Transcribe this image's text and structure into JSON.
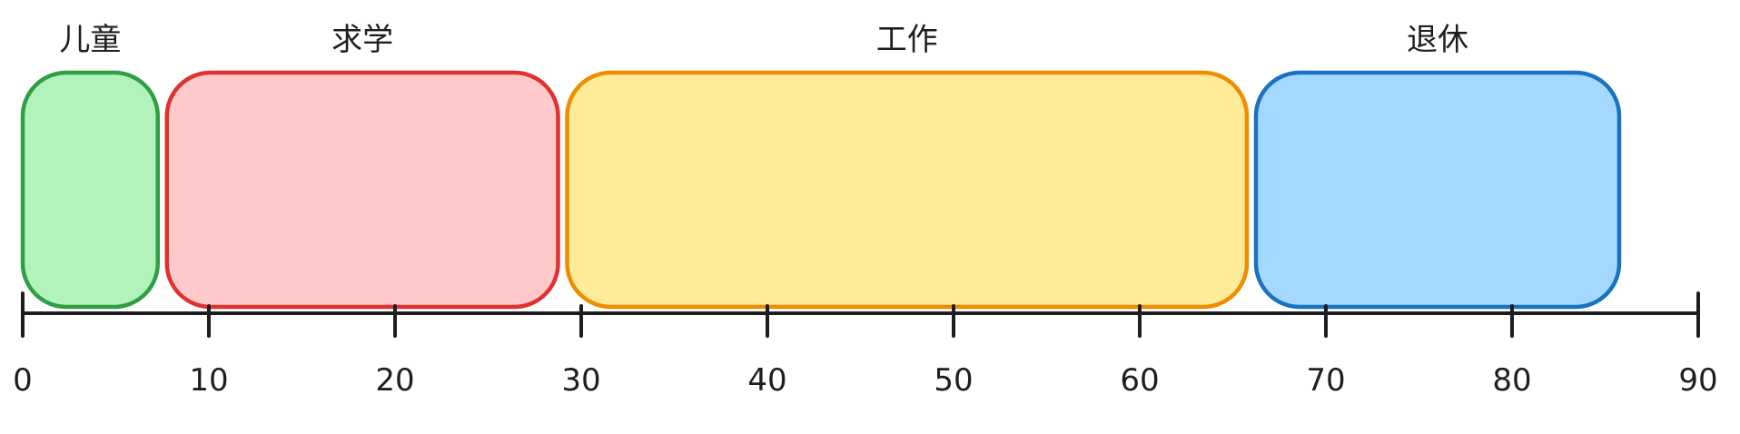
{
  "diagram": {
    "segments": [
      {
        "label": "儿童",
        "start": 0,
        "end": 7.5,
        "fill": "#b2f2bb",
        "stroke": "#2f9e44"
      },
      {
        "label": "求学",
        "start": 7.5,
        "end": 29,
        "fill": "#ffc9c9",
        "stroke": "#e03131"
      },
      {
        "label": "工作",
        "start": 29,
        "end": 66,
        "fill": "#ffec99",
        "stroke": "#f08c00"
      },
      {
        "label": "退休",
        "start": 66,
        "end": 86,
        "fill": "#a5d8ff",
        "stroke": "#1971c2"
      }
    ],
    "axis": {
      "min": 0,
      "max": 90,
      "ticks": [
        "0",
        "10",
        "20",
        "30",
        "40",
        "50",
        "60",
        "70",
        "80",
        "90"
      ]
    }
  }
}
